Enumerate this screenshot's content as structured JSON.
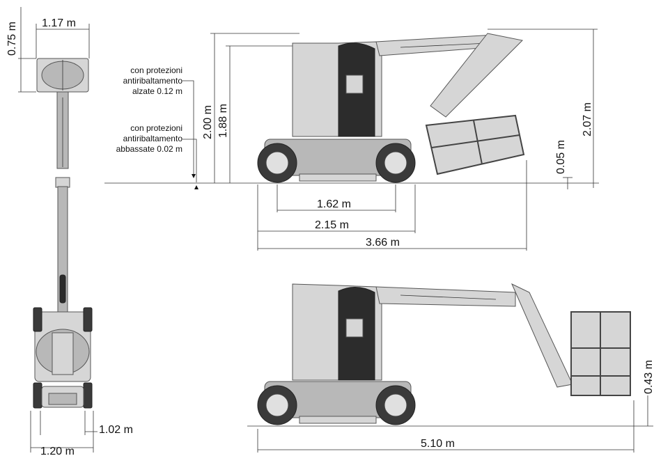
{
  "front_view": {
    "platform_width": "1.17 m",
    "platform_height": "0.75 m",
    "base_width": "1.20 m",
    "wheel_track": "1.02 m"
  },
  "notes": {
    "raised_line1": "con protezioni",
    "raised_line2": "antiribaltamento",
    "raised_line3": "alzate 0.12 m",
    "lowered_line1": "con protezioni",
    "lowered_line2": "antiribaltamento",
    "lowered_line3": "abbassate 0.02 m"
  },
  "side_view_stowed": {
    "overall_height": "2.00 m",
    "body_height": "1.88 m",
    "platform_height": "2.07 m",
    "ground_clearance": "0.05 m",
    "wheelbase": "1.62 m",
    "base_length": "2.15 m",
    "overall_length": "3.66 m"
  },
  "side_view_extended": {
    "platform_floor_height": "0.43 m",
    "overall_length": "5.10 m"
  },
  "colors": {
    "body": "#d6d6d6",
    "dark_panel": "#2c2c2c",
    "tire": "#3a3a3a"
  }
}
